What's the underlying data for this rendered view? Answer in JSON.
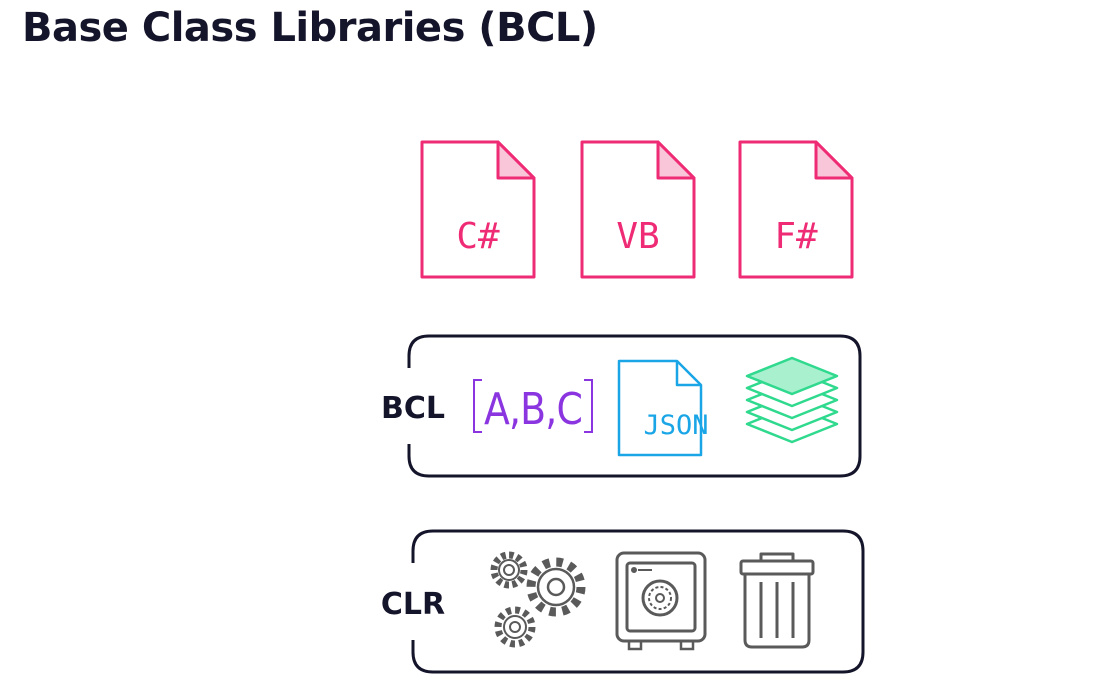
{
  "title": "Base Class Libraries (BCL)",
  "languages": [
    {
      "label": "C#",
      "icon": "csharp-file-icon"
    },
    {
      "label": "VB",
      "icon": "vb-file-icon"
    },
    {
      "label": "F#",
      "icon": "fsharp-file-icon"
    }
  ],
  "bcl": {
    "label": "BCL",
    "collection_text": "A,B,C",
    "json_text": "JSON",
    "icons": [
      "collection-brackets-icon",
      "json-file-icon",
      "layers-stack-icon"
    ]
  },
  "clr": {
    "label": "CLR",
    "icons": [
      "gears-icon",
      "safe-vault-icon",
      "trash-can-icon"
    ]
  },
  "colors": {
    "language": "#ee2b74",
    "collection": "#8a35e0",
    "json": "#1aa6e6",
    "layers": "#2fd98e",
    "clr_icons": "#5a5a5a",
    "heading": "#14142b"
  }
}
